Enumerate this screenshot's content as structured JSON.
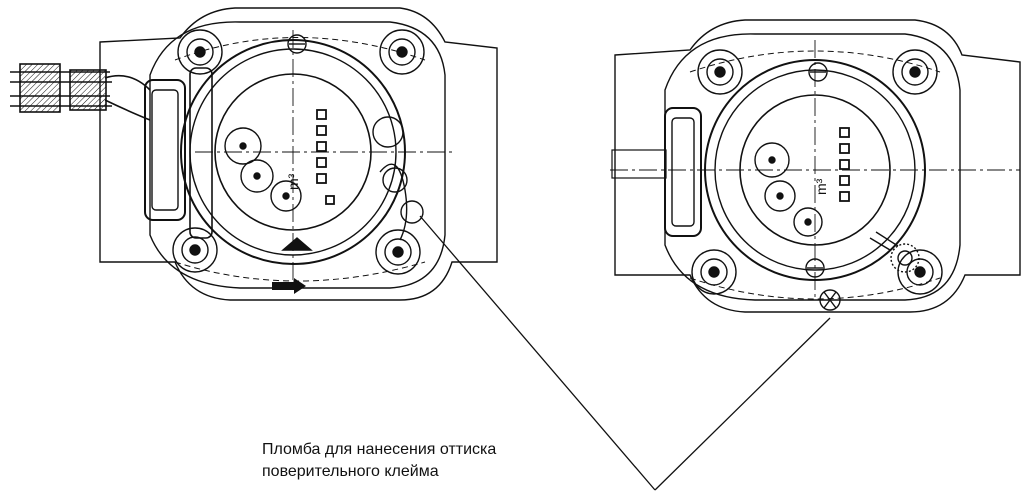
{
  "diagram": {
    "callout": {
      "line1": "Пломба для нанесения оттиска",
      "line2": "поверительного клейма"
    },
    "meter_left": {
      "unit_label": "m³"
    },
    "meter_right": {
      "unit_label": "m³"
    },
    "colors": {
      "ink": "#111111",
      "paper": "#ffffff"
    }
  }
}
